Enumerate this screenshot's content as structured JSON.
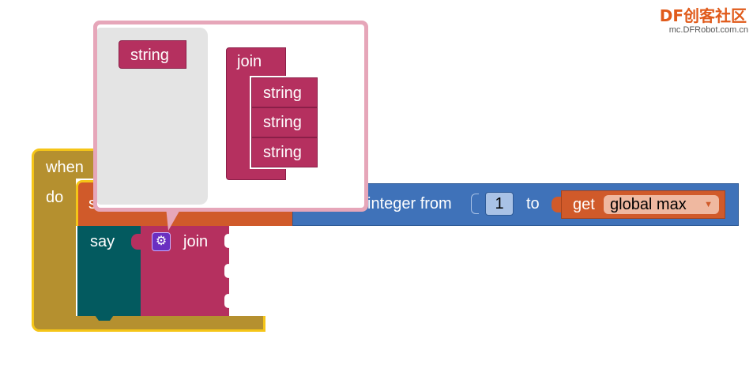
{
  "watermark": {
    "brand_df": "DF",
    "brand_cn": "创客社区",
    "url": "mc.DFRobot.com.cn"
  },
  "event_block": {
    "when_label": "when",
    "do_label": "do"
  },
  "loop_block": {
    "partial_label": "s",
    "range_text": "integer from",
    "from_value": "1",
    "to_label": "to",
    "get_label": "get",
    "variable": "global max"
  },
  "say_block": {
    "say_label": "say",
    "join_label": "join"
  },
  "mutator": {
    "flyout_item": "string",
    "container_label": "join",
    "items": [
      "string",
      "string",
      "string"
    ]
  },
  "colors": {
    "event": "#b5902f",
    "event_border": "#f5c518",
    "text_block": "#b5305f",
    "math_block": "#3f72b9",
    "variable_block": "#d05a2a",
    "say_block": "#035a5f",
    "mutator_gear": "#6a2fc1"
  }
}
